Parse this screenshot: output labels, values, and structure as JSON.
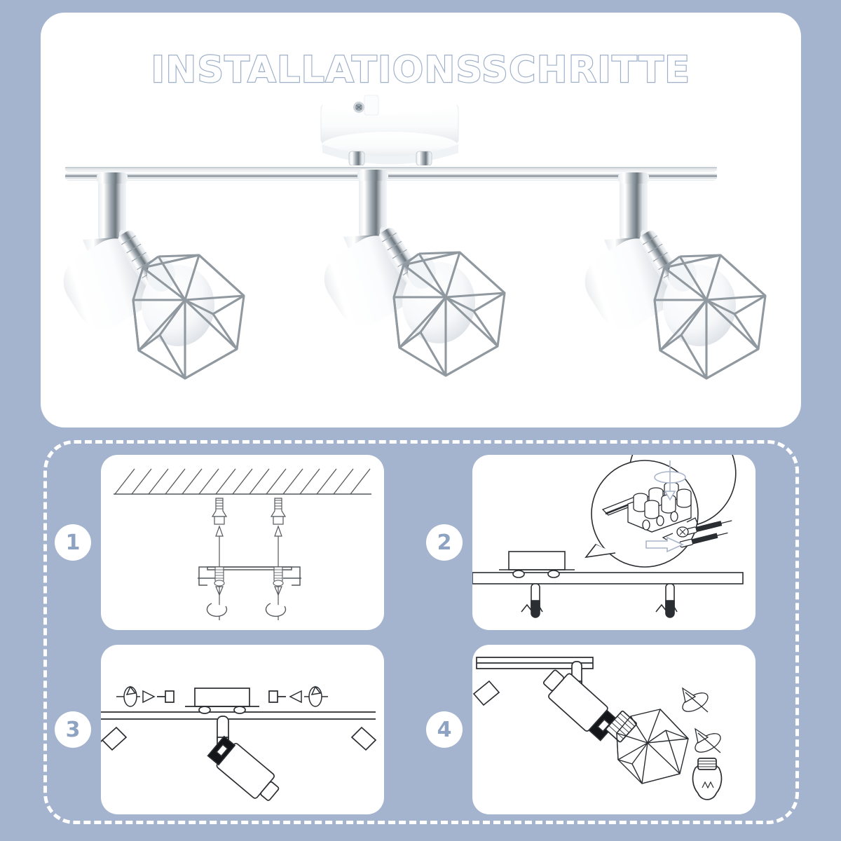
{
  "background_color": "#a4b3ce",
  "card_color": "#ffffff",
  "accent_color": "#9eafca",
  "header": {
    "title": "INSTALLATIONSSCHRITTE",
    "title_outline_color": "#9eafca",
    "title_fill_color": "#ffffff"
  },
  "hero": {
    "product_name": "3-flammiger Deckenstrahler mit Käfigschirmen",
    "finish": "chrome-and-white",
    "spot_count": 3,
    "elements": [
      "ceiling-mount-plate",
      "chrome-rail",
      "spot-arm",
      "white-spot-head",
      "geometric-wire-cage-shade",
      "light-bulb"
    ]
  },
  "steps": [
    {
      "number": "1",
      "name": "mount-bracket-to-ceiling",
      "icons": [
        "ceiling-hatching",
        "wall-anchor",
        "up-arrow",
        "mounting-bracket",
        "screw",
        "rotate-arrow"
      ]
    },
    {
      "number": "2",
      "name": "connect-wiring-terminal",
      "icons": [
        "magnifier-callout",
        "terminal-block",
        "wire-lead",
        "screwdriver",
        "down-arrow",
        "rotate-arrow",
        "left-arrow"
      ]
    },
    {
      "number": "3",
      "name": "attach-base-plate-and-spot",
      "icons": [
        "decorative-nut",
        "rotate-arrow",
        "right-arrow",
        "left-arrow",
        "ceiling-plate",
        "spot-head"
      ]
    },
    {
      "number": "4",
      "name": "fit-cage-shade-and-bulb",
      "icons": [
        "rail",
        "spot-head",
        "wire-cage-shade",
        "light-bulb",
        "rotate-arrow"
      ]
    }
  ]
}
